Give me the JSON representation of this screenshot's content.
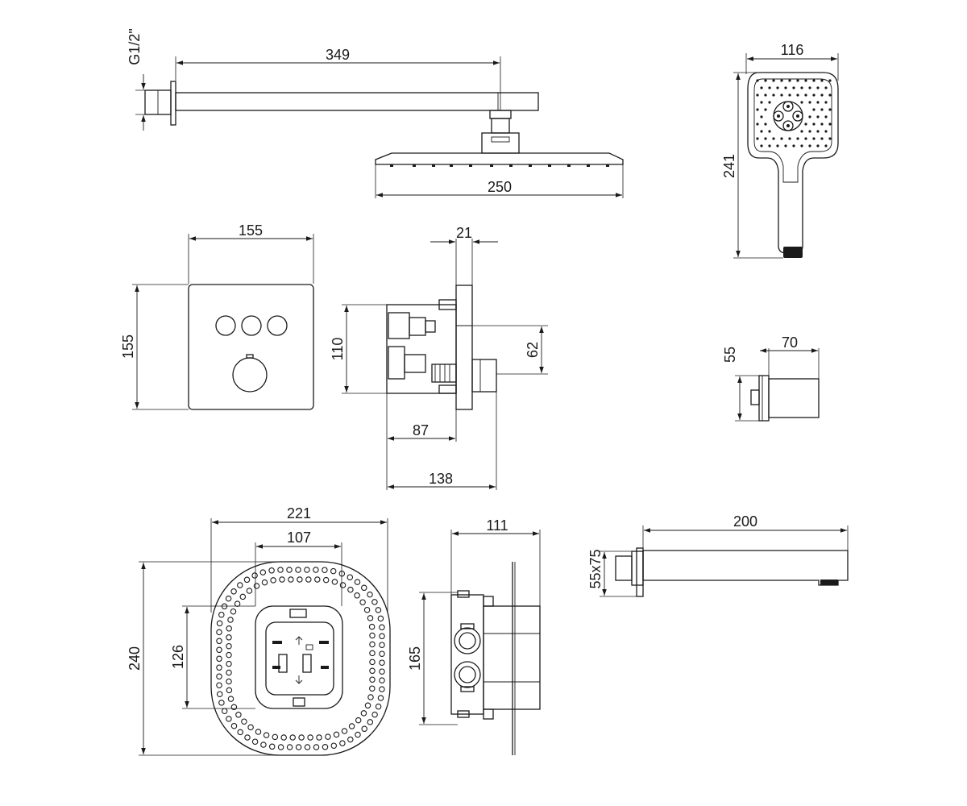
{
  "dimensions": {
    "thread": "G1/2\"",
    "arm_length": "349",
    "head_width": "250",
    "hand_width": "116",
    "hand_height": "241",
    "plate_width": "155",
    "plate_height": "155",
    "plate_depth": "21",
    "valve_height": "110",
    "offset_62": "62",
    "depth_87": "87",
    "depth_138": "138",
    "holder_h": "55",
    "holder_w": "70",
    "box_width": "221",
    "box_inner_width": "107",
    "box_height": "240",
    "box_inner_height": "126",
    "body_width": "111",
    "body_height": "165",
    "spout_length": "200",
    "spout_section": "55x75"
  }
}
